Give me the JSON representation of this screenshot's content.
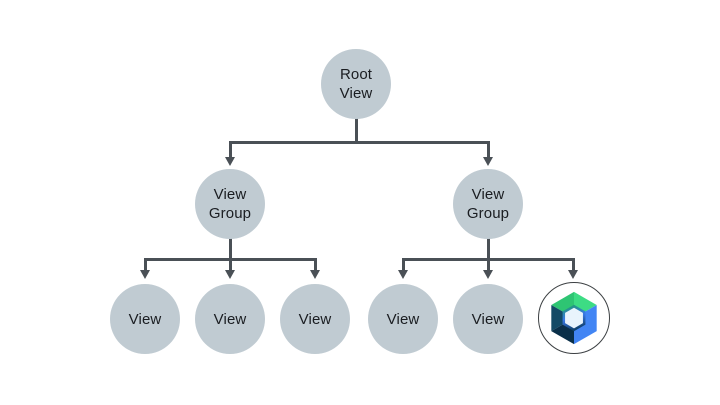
{
  "background": "#ffffff",
  "colors": {
    "node_fill": "#c0cbd2",
    "connector": "#4a5056",
    "label_text": "#1a1d21",
    "compose_ring": "#3c4043",
    "compose_green": "#3ddc84",
    "compose_green_dark": "#2ec573",
    "compose_blue": "#4285f4",
    "compose_navy": "#134a66",
    "compose_navy_dark": "#0a2f49",
    "compose_center": "#e9f4fc"
  },
  "tree": {
    "root": {
      "label": "Root\nView"
    },
    "groups": [
      {
        "label": "View\nGroup"
      },
      {
        "label": "View\nGroup"
      }
    ],
    "leaves": [
      {
        "label": "View"
      },
      {
        "label": "View"
      },
      {
        "label": "View"
      },
      {
        "label": "View"
      },
      {
        "label": "View"
      }
    ],
    "compose_leaf": {
      "icon": "jetpack-compose-icon"
    }
  }
}
